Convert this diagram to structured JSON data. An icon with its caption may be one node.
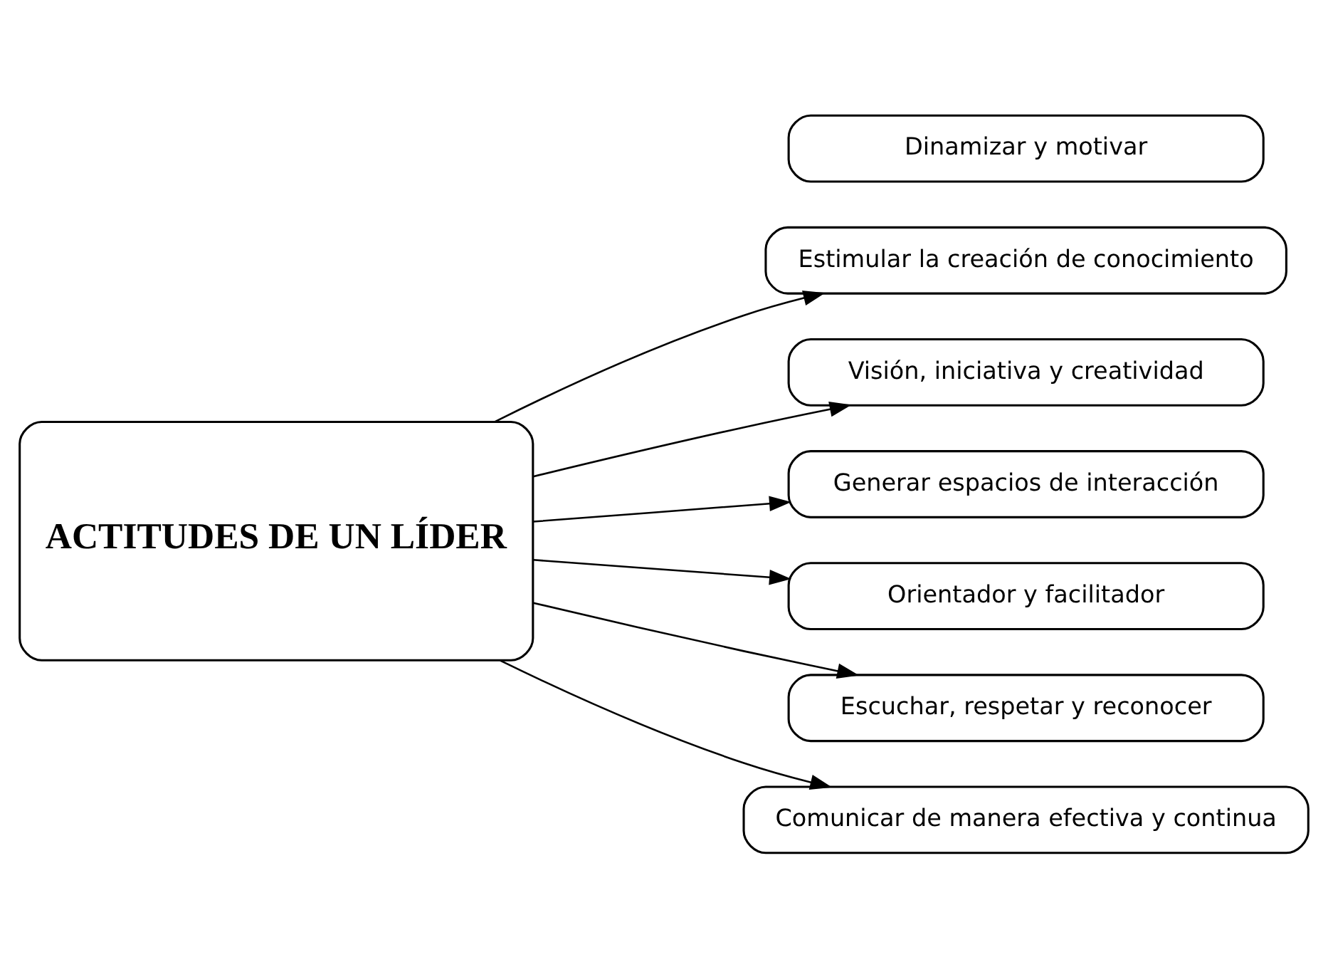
{
  "diagram": {
    "nodes": [
      {
        "text": [
          "ACTITUDES DE UN LÍDER"
        ]
      },
      {
        "text": [
          "Estimular la creación de conocimiento"
        ]
      },
      {
        "text": [
          "Visión, iniciativa y creatividad"
        ]
      },
      {
        "text": [
          "Generar espacios de interacción"
        ]
      },
      {
        "text": [
          "Orientador y facilitador"
        ]
      },
      {
        "text": [
          "Escuchar, respetar y reconocer"
        ]
      },
      {
        "text": [
          "Comunicar de manera efectiva y continua"
        ]
      },
      {
        "text": [
          "Dinamizar y motivar"
        ]
      }
    ],
    "edges": [
      {
        "from": 0,
        "to": 1,
        "arrow": "to"
      },
      {
        "from": 0,
        "to": 2,
        "arrow": "to"
      },
      {
        "from": 0,
        "to": 3,
        "arrow": "to"
      },
      {
        "from": 0,
        "to": 4,
        "arrow": "to"
      },
      {
        "from": 0,
        "to": 5,
        "arrow": "to"
      },
      {
        "from": 0,
        "to": 6,
        "arrow": "to"
      }
    ]
  }
}
